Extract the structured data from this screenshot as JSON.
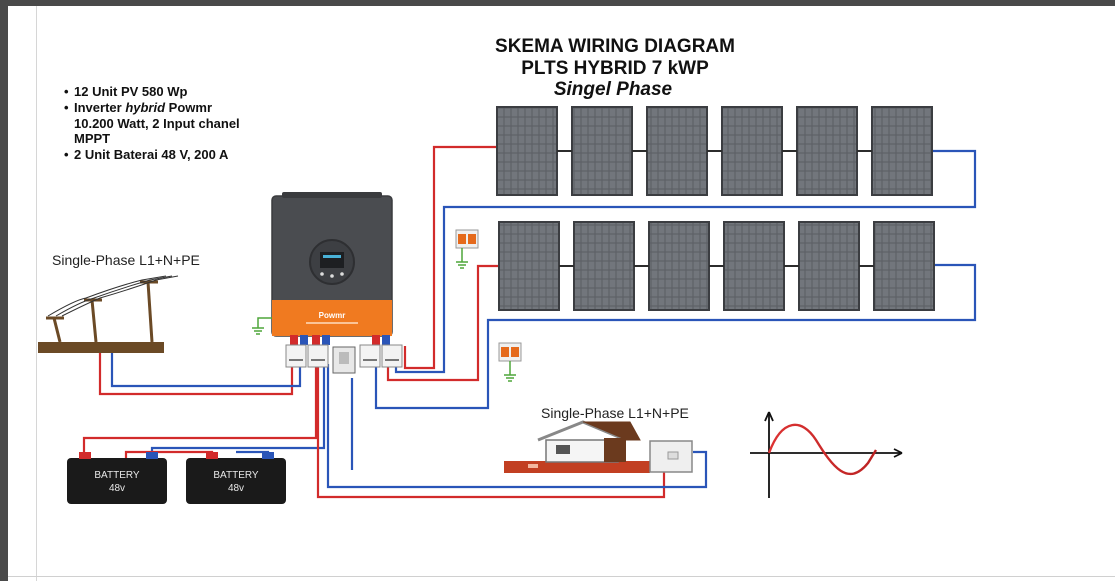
{
  "diagram": {
    "title_line1": "SKEMA WIRING DIAGRAM",
    "title_line2": "PLTS HYBRID 7 kWP",
    "title_line3": "Singel Phase",
    "specs": {
      "b1": "12 Unit PV 580 Wp",
      "b2_a": "Inverter ",
      "b2_b": "hybrid",
      "b2_c": " Powmr",
      "b2_line2": "10.200 Watt, 2 Input chanel",
      "b2_line3": "MPPT",
      "b3": "2 Unit Baterai 48 V, 200 A"
    },
    "grid_label": "Single-Phase L1+N+PE",
    "house_label": "Single-Phase L1+N+PE",
    "battery_1": {
      "name": "BATTERY",
      "volt": "48v"
    },
    "battery_2": {
      "name": "BATTERY",
      "volt": "48v"
    },
    "inverter_brand": "Powmr",
    "pv_rows": 2,
    "pv_per_row": 6,
    "colors": {
      "positive": "#d22b2b",
      "negative": "#2a55b8",
      "ground": "#4fa63a",
      "inverter_body": "#4a4c50",
      "inverter_accent": "#f07a20",
      "panel": "#5b5e63",
      "pole": "#6b4a26"
    }
  }
}
